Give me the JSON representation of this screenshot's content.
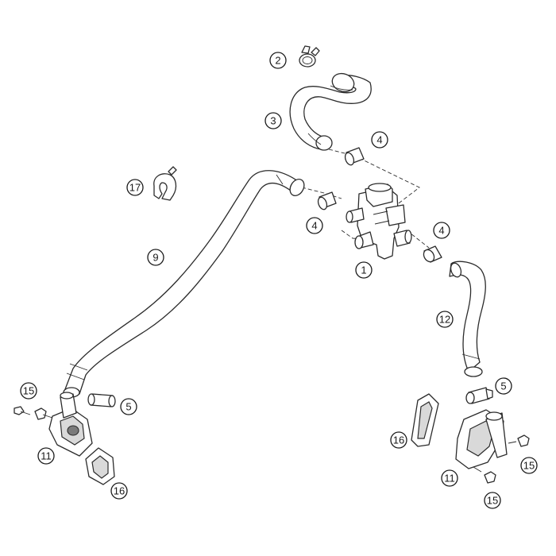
{
  "callouts": {
    "c1": "1",
    "c2": "2",
    "c3": "3",
    "c4a": "4",
    "c4b": "4",
    "c4c": "4",
    "c5a": "5",
    "c5b": "5",
    "c9": "9",
    "c11a": "11",
    "c11b": "11",
    "c12": "12",
    "c15a": "15",
    "c15b": "15",
    "c15c": "15",
    "c16a": "16",
    "c16b": "16",
    "c17": "17"
  }
}
